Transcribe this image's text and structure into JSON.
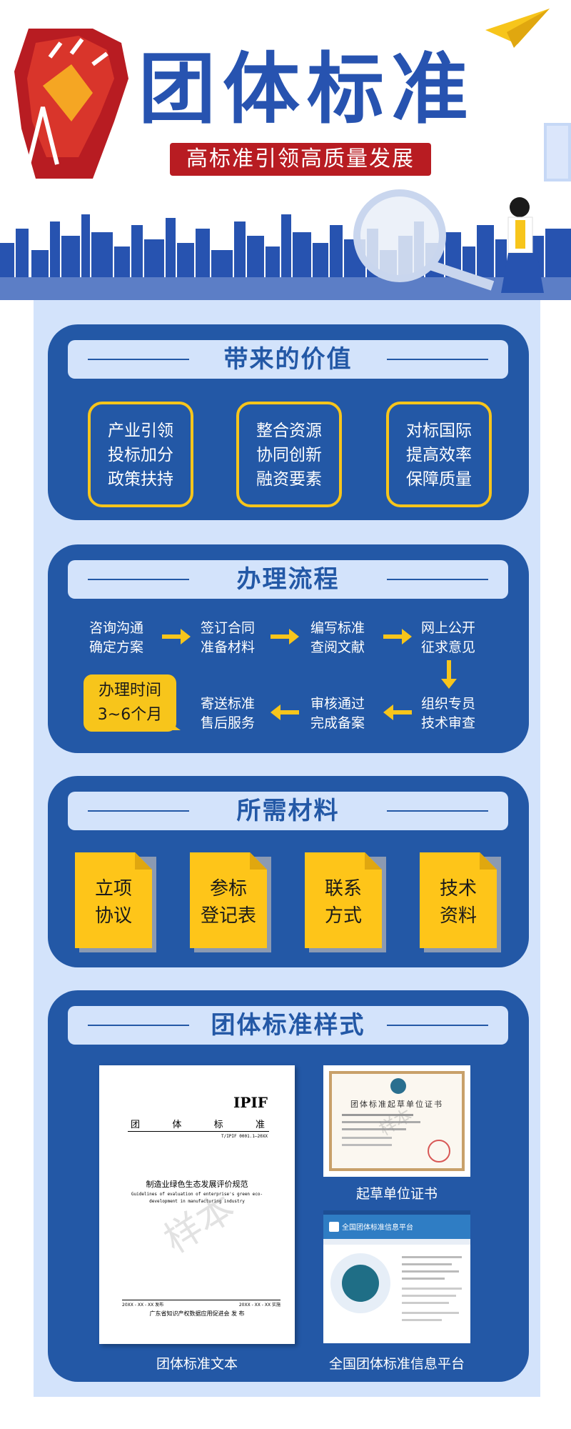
{
  "header": {
    "title": "团体标准",
    "subtitle": "高标准引领高质量发展"
  },
  "colors": {
    "primary_blue": "#2358a6",
    "title_blue": "#2753b0",
    "light_blue": "#d3e3fb",
    "yellow": "#f7c51b",
    "red": "#b81c22"
  },
  "value_section": {
    "title": "带来的价值",
    "items": [
      [
        "产业引领",
        "投标加分",
        "政策扶持"
      ],
      [
        "整合资源",
        "协同创新",
        "融资要素"
      ],
      [
        "对标国际",
        "提高效率",
        "保障质量"
      ]
    ]
  },
  "process_section": {
    "title": "办理流程",
    "steps": [
      [
        "咨询沟通",
        "确定方案"
      ],
      [
        "签订合同",
        "准备材料"
      ],
      [
        "编写标准",
        "查阅文献"
      ],
      [
        "网上公开",
        "征求意见"
      ],
      [
        "组织专员",
        "技术审查"
      ],
      [
        "审核通过",
        "完成备案"
      ],
      [
        "寄送标准",
        "售后服务"
      ]
    ],
    "time": [
      "办理时间",
      "3~6个月"
    ]
  },
  "materials_section": {
    "title": "所需材料",
    "items": [
      [
        "立项",
        "协议"
      ],
      [
        "参标",
        "登记表"
      ],
      [
        "联系",
        "方式"
      ],
      [
        "技术",
        "资料"
      ]
    ]
  },
  "samples_section": {
    "title": "团体标准样式",
    "std_doc": {
      "code_brand": "IPIF",
      "kind": "团 体 标 准",
      "number": "T/IPIF 0001.1—20XX",
      "doc_title": "制造业绿色生态发展评价规范",
      "doc_title_en": "Guidelines of evaluation of enterprise's green eco-development in manufacturing industry",
      "publish_date": "20XX - XX - XX 发布",
      "implement_date": "20XX - XX - XX 实施",
      "publisher": "广东省知识产权数据应用促进会  发 布",
      "watermark": "样本"
    },
    "cert": {
      "title": "团体标准起草单位证书",
      "watermark": "样本"
    },
    "captions": {
      "std_doc": "团体标准文本",
      "cert": "起草单位证书",
      "platform": "全国团体标准信息平台"
    },
    "platform": {
      "banner": "全国团体标准信息平台"
    }
  }
}
